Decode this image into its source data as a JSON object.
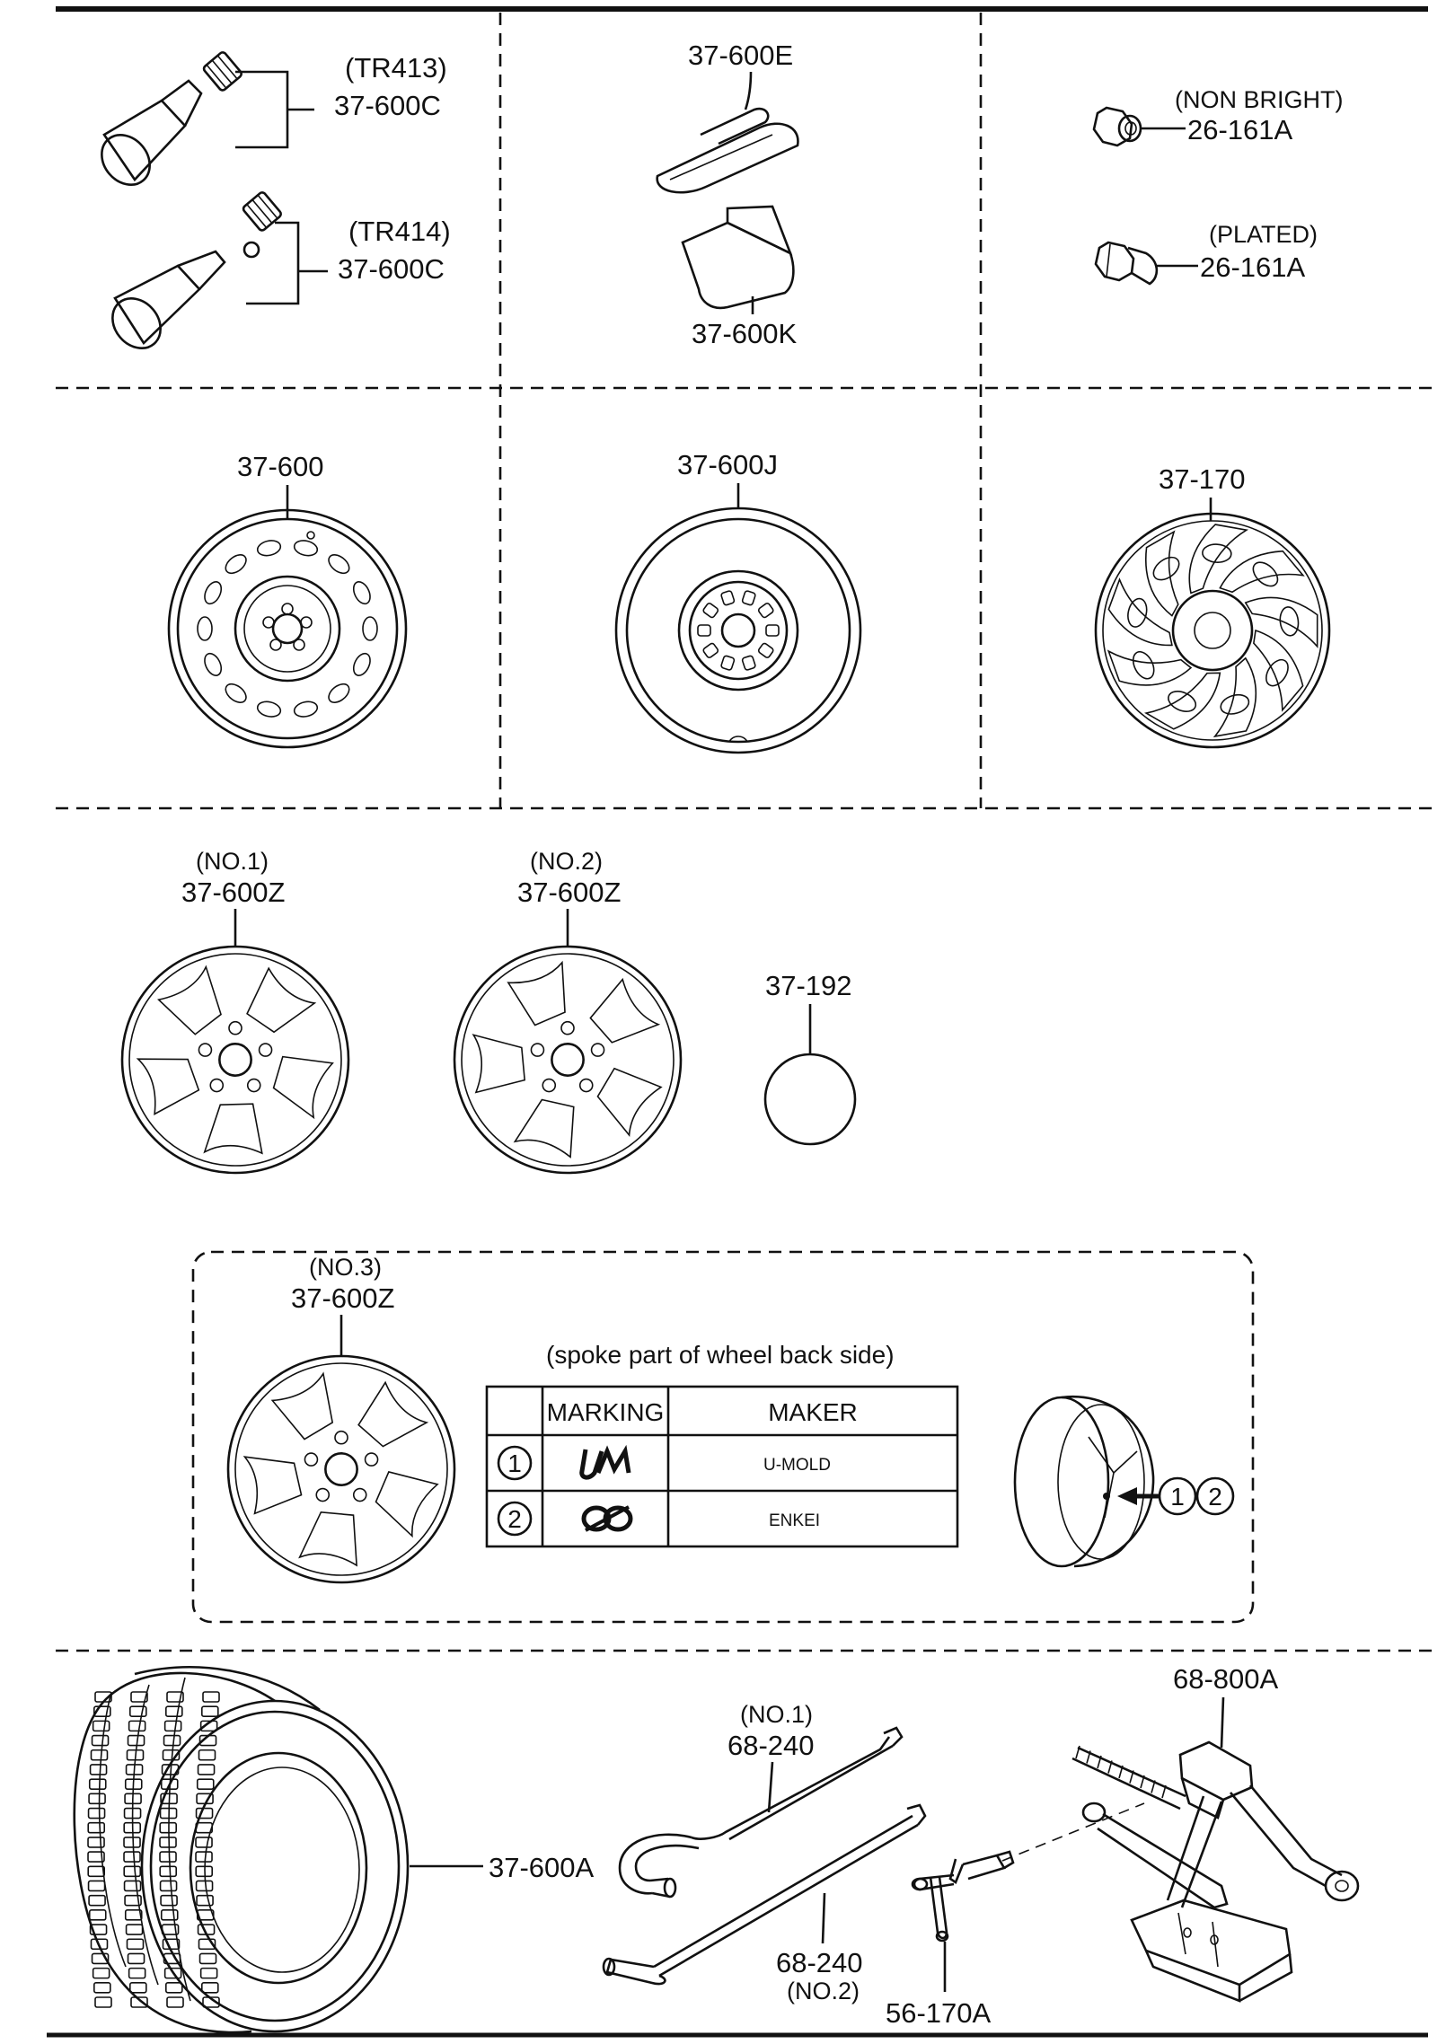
{
  "cells": {
    "valve_top": {
      "note": "(TR413)",
      "part": "37-600C"
    },
    "valve_bottom": {
      "note": "(TR414)",
      "part": "37-600C"
    },
    "weight_top": {
      "part": "37-600E"
    },
    "weight_bottom": {
      "part": "37-600K"
    },
    "nut_top": {
      "note": "(NON BRIGHT)",
      "part": "26-161A"
    },
    "nut_bottom": {
      "note": "(PLATED)",
      "part": "26-161A"
    },
    "steel_wheel": {
      "part": "37-600"
    },
    "spare_wheel": {
      "part": "37-600J"
    },
    "wheel_cover": {
      "part": "37-170"
    },
    "alloy_no1": {
      "note": "(NO.1)",
      "part": "37-600Z"
    },
    "alloy_no2": {
      "note": "(NO.2)",
      "part": "37-600Z"
    },
    "ornament": {
      "part": "37-192"
    },
    "alloy_no3": {
      "note": "(NO.3)",
      "part": "37-600Z"
    },
    "tire": {
      "part": "37-600A"
    },
    "handle_no1": {
      "note": "(NO.1)",
      "part": "68-240"
    },
    "handle_no2": {
      "note": "(NO.2)",
      "part": "68-240"
    },
    "jack": {
      "part": "68-800A"
    },
    "bolt": {
      "part": "56-170A"
    }
  },
  "marking_table": {
    "caption": "(spoke part of wheel back side)",
    "headers": [
      "",
      "MARKING",
      "MAKER"
    ],
    "rows": [
      {
        "num": "1",
        "maker": "U-MOLD"
      },
      {
        "num": "2",
        "maker": "ENKEI"
      }
    ]
  },
  "callouts": [
    "1",
    "2"
  ]
}
